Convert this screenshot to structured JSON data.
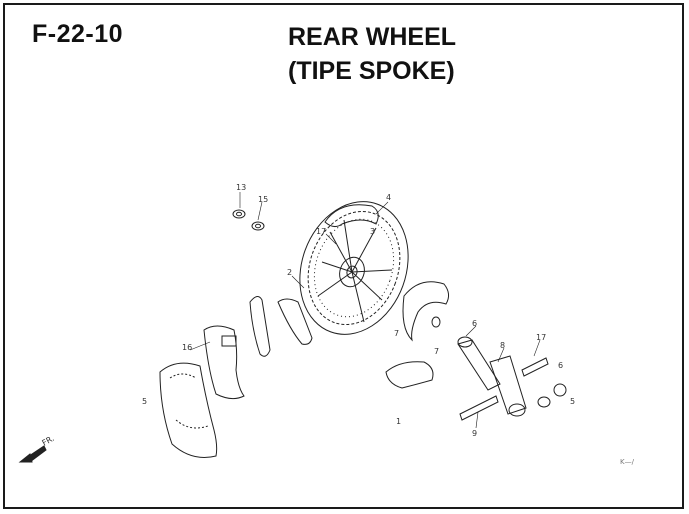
{
  "header": {
    "code": "F-22-10",
    "title_line1": "REAR WHEEL",
    "title_line2": "(TIPE SPOKE)"
  },
  "callouts": [
    {
      "id": "13",
      "label": "13"
    },
    {
      "id": "15",
      "label": "15"
    },
    {
      "id": "4",
      "label": "4"
    },
    {
      "id": "17a",
      "label": "17"
    },
    {
      "id": "3",
      "label": "3"
    },
    {
      "id": "2",
      "label": "2"
    },
    {
      "id": "16",
      "label": "16"
    },
    {
      "id": "5",
      "label": "5"
    },
    {
      "id": "7a",
      "label": "7"
    },
    {
      "id": "7b",
      "label": "7"
    },
    {
      "id": "6",
      "label": "6"
    },
    {
      "id": "8",
      "label": "8"
    },
    {
      "id": "17b",
      "label": "17"
    },
    {
      "id": "6b",
      "label": "6"
    },
    {
      "id": "9",
      "label": "9"
    },
    {
      "id": "5b",
      "label": "5"
    },
    {
      "id": "1",
      "label": "1"
    }
  ],
  "fr_marker": "FR.",
  "footer_ref": "K—/"
}
